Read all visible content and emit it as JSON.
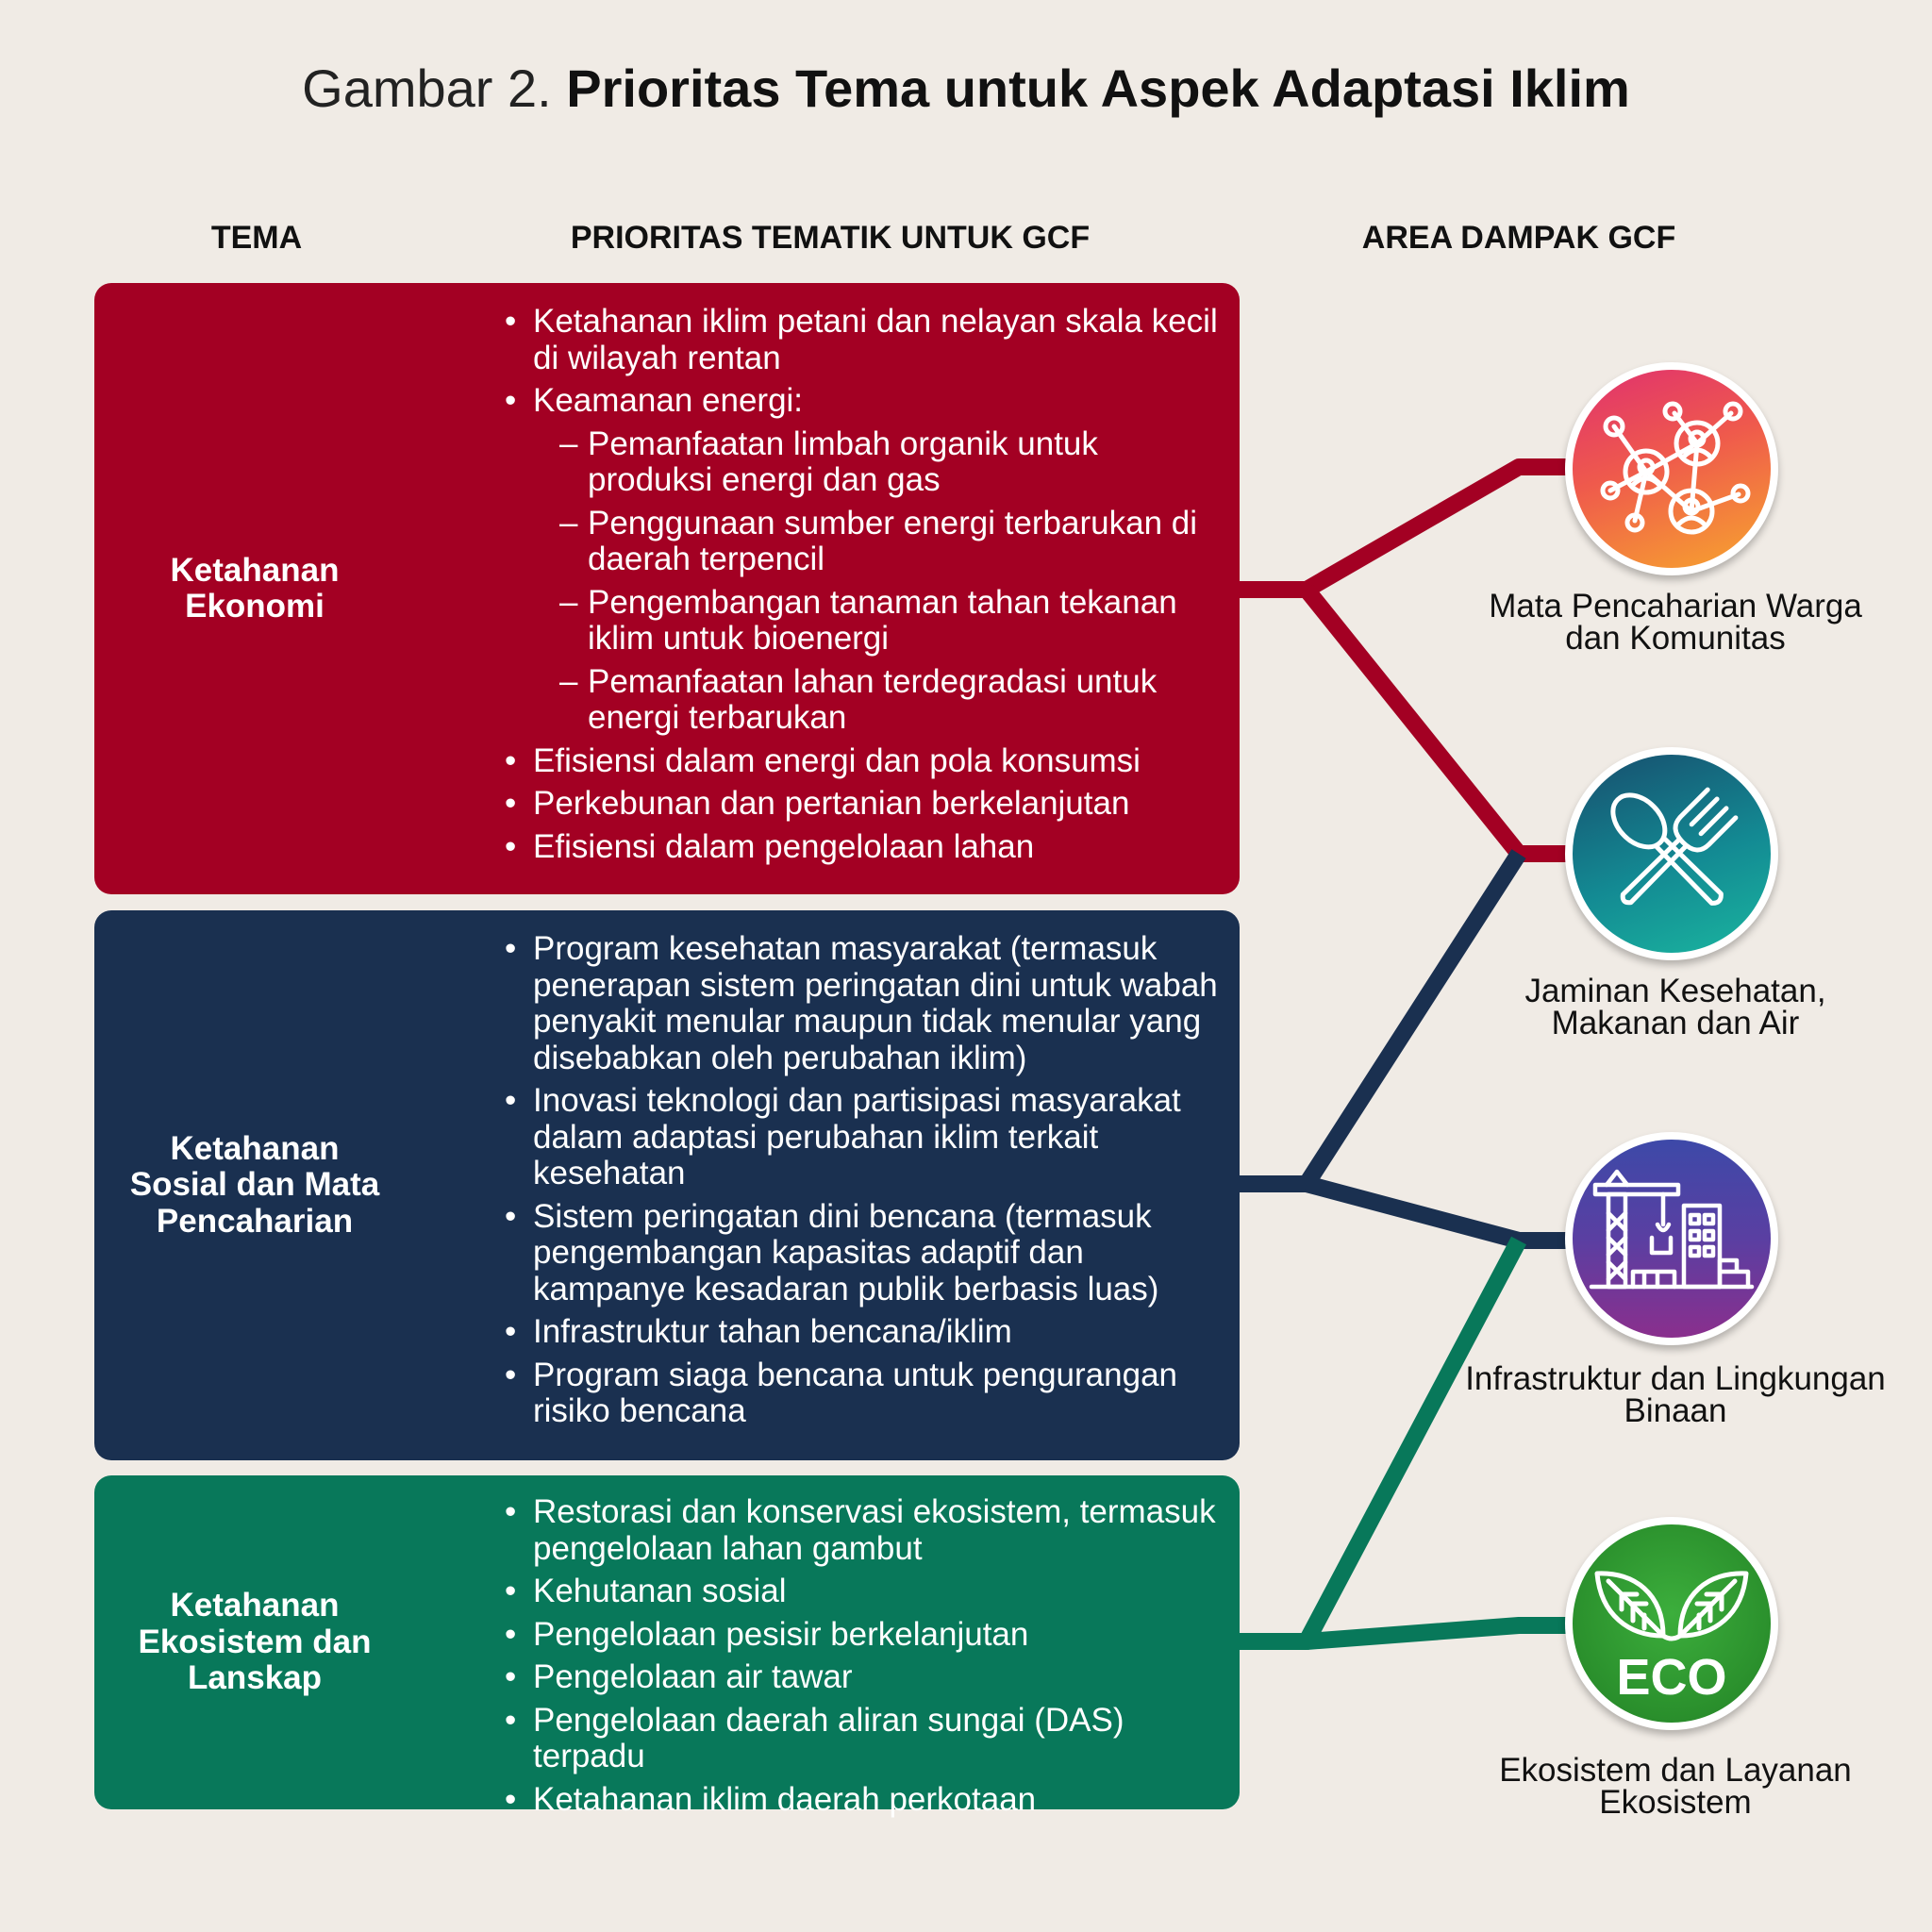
{
  "title": {
    "prefix": "Gambar 2.",
    "main": "Prioritas Tema untuk Aspek Adaptasi Iklim"
  },
  "headers": {
    "tema": "TEMA",
    "prioritas": "PRIORITAS TEMATIK UNTUK GCF",
    "area": "AREA DAMPAK GCF"
  },
  "colors": {
    "red": "#a30023",
    "navy": "#1a3050",
    "green": "#08785a",
    "background": "#f0ebe5"
  },
  "themes": [
    {
      "name": "Ketahanan Ekonomi",
      "items": [
        {
          "text": "Ketahanan iklim petani dan nelayan skala kecil di wilayah rentan",
          "level": 1
        },
        {
          "text": "Keamanan energi:",
          "level": 1
        },
        {
          "text": "Pemanfaatan limbah organik untuk produksi energi dan gas",
          "level": 2
        },
        {
          "text": "Penggunaan sumber energi terbarukan di daerah terpencil",
          "level": 2
        },
        {
          "text": "Pengembangan tanaman tahan tekanan iklim untuk bioenergi",
          "level": 2
        },
        {
          "text": "Pemanfaatan lahan terdegradasi untuk energi terbarukan",
          "level": 2
        },
        {
          "text": "Efisiensi dalam energi dan pola konsumsi",
          "level": 1
        },
        {
          "text": "Perkebunan dan pertanian berkelanjutan",
          "level": 1
        },
        {
          "text": "Efisiensi dalam pengelolaan lahan",
          "level": 1
        }
      ]
    },
    {
      "name": "Ketahanan Sosial dan Mata Pencaharian",
      "items": [
        {
          "text": "Program kesehatan masyarakat (termasuk penerapan sistem peringatan dini untuk wabah penyakit menular maupun tidak menular yang disebabkan oleh perubahan iklim)",
          "level": 1
        },
        {
          "text": "Inovasi teknologi dan partisipasi masyarakat dalam adaptasi perubahan iklim terkait kesehatan",
          "level": 1
        },
        {
          "text": "Sistem peringatan dini bencana (termasuk pengembangan kapasitas adaptif dan kampanye kesadaran publik berbasis luas)",
          "level": 1
        },
        {
          "text": "Infrastruktur tahan bencana/iklim",
          "level": 1
        },
        {
          "text": "Program siaga bencana untuk pengurangan risiko bencana",
          "level": 1
        }
      ]
    },
    {
      "name": "Ketahanan Ekosistem dan Lanskap",
      "items": [
        {
          "text": "Restorasi dan konservasi ekosistem, termasuk pengelolaan lahan gambut",
          "level": 1
        },
        {
          "text": "Kehutanan sosial",
          "level": 1
        },
        {
          "text": "Pengelolaan pesisir berkelanjutan",
          "level": 1
        },
        {
          "text": "Pengelolaan air tawar",
          "level": 1
        },
        {
          "text": "Pengelolaan daerah aliran sungai (DAS) terpadu",
          "level": 1
        },
        {
          "text": "Ketahanan iklim daerah perkotaan",
          "level": 1
        }
      ]
    }
  ],
  "areas": [
    {
      "label": "Mata Pencaharian Warga dan Komunitas",
      "icon": "community-network-icon"
    },
    {
      "label": "Jaminan Kesehatan, Makanan dan Air",
      "icon": "spoon-fork-icon"
    },
    {
      "label": "Infrastruktur dan Lingkungan Binaan",
      "icon": "construction-crane-icon"
    },
    {
      "label": "Ekosistem dan Layanan Ekosistem",
      "icon": "eco-leaves-icon",
      "icon_text": "ECO"
    }
  ]
}
